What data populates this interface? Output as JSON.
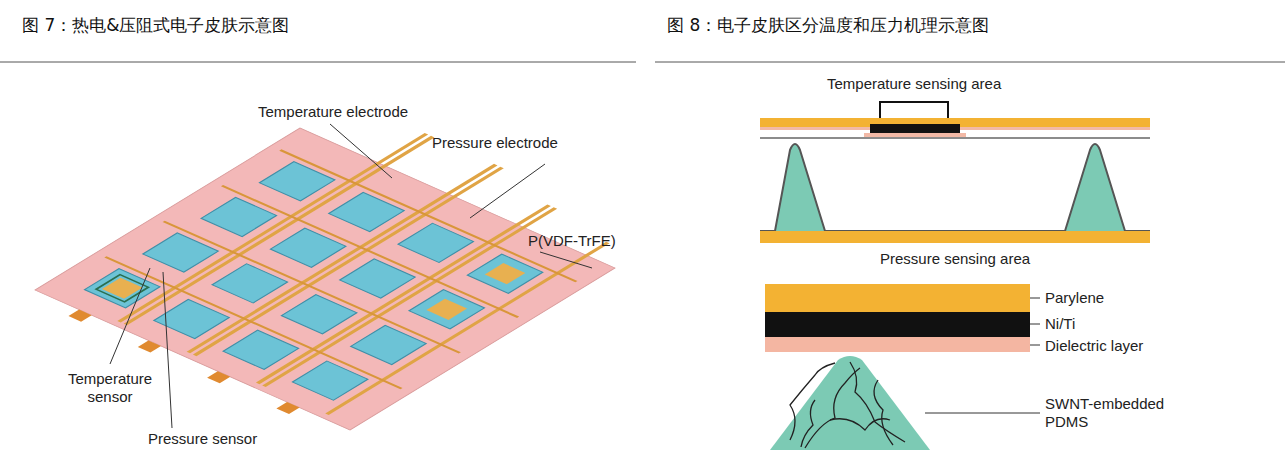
{
  "diagram": {
    "labels": [
      "图 7：热电&压阻式电子皮肤示意图",
      "图 8：电子皮肤区分温度和压力机理示意图",
      "Temperature electrode",
      "Pressure electrode",
      "P(VDF-TrFE)",
      "Temperature sensor",
      "Pressure sensor",
      "Temperature sensing area",
      "Pressure sensing area",
      "Parylene",
      "Ni/Ti",
      "Dielectric layer",
      "SWNT-embedded PDMS"
    ]
  }
}
